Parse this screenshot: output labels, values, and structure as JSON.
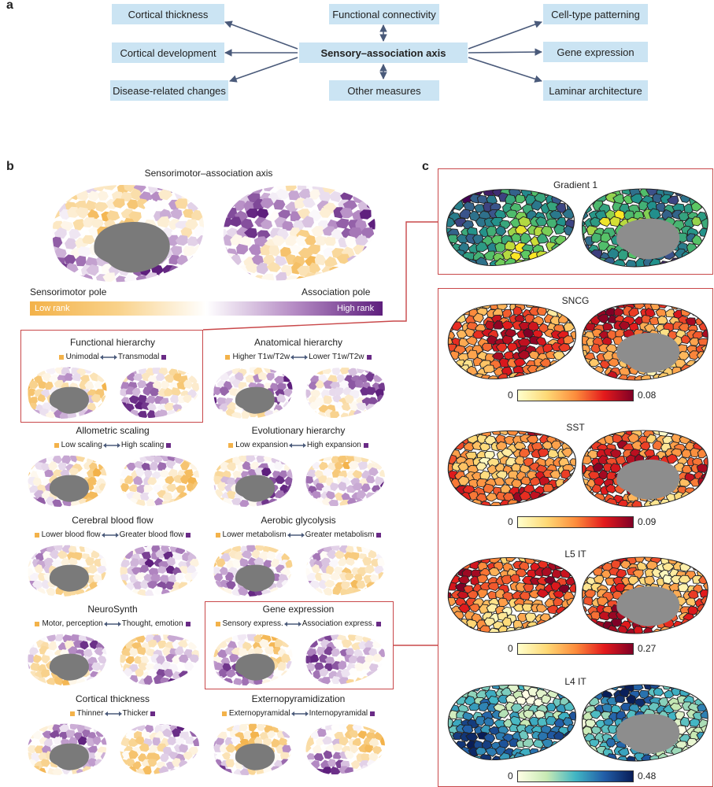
{
  "panel_a": {
    "letter": "a",
    "center": "Sensory–association axis",
    "left": [
      "Cortical thickness",
      "Cortical development",
      "Disease-related changes"
    ],
    "top": "Functional connectivity",
    "bottom": "Other measures",
    "right": [
      "Cell-type patterning",
      "Gene expression",
      "Laminar architecture"
    ]
  },
  "panel_b": {
    "letter": "b",
    "main_title": "Sensorimotor–association axis",
    "pole_left": "Sensorimotor pole",
    "pole_right": "Association pole",
    "bar_low": "Low rank",
    "bar_high": "High rank",
    "maps": [
      {
        "title": "Functional hierarchy",
        "low": "Unimodal",
        "high": "Transmodal"
      },
      {
        "title": "Anatomical hierarchy",
        "low": "Higher T1w/T2w",
        "high": "Lower T1w/T2w"
      },
      {
        "title": "Allometric scaling",
        "low": "Low scaling",
        "high": "High scaling"
      },
      {
        "title": "Evolutionary hierarchy",
        "low": "Low expansion",
        "high": "High expansion"
      },
      {
        "title": "Cerebral blood flow",
        "low": "Lower blood flow",
        "high": "Greater blood flow"
      },
      {
        "title": "Aerobic glycolysis",
        "low": "Lower metabolism",
        "high": "Greater metabolism"
      },
      {
        "title": "NeuroSynth",
        "low": "Motor, perception",
        "high": "Thought, emotion"
      },
      {
        "title": "Gene expression",
        "low": "Sensory express.",
        "high": "Association express."
      },
      {
        "title": "Cortical thickness",
        "low": "Thinner",
        "high": "Thicker"
      },
      {
        "title": "Externopyramidization",
        "low": "Externopyramidal",
        "high": "Internopyramidal"
      }
    ]
  },
  "panel_c": {
    "letter": "c",
    "gradient_title": "Gradient 1",
    "maps": [
      {
        "title": "SNCG",
        "min": "0",
        "max": "0.08"
      },
      {
        "title": "SST",
        "min": "0",
        "max": "0.09"
      },
      {
        "title": "L5 IT",
        "min": "0",
        "max": "0.27"
      },
      {
        "title": "L4 IT",
        "min": "0",
        "max": "0.48"
      }
    ]
  },
  "colors": {
    "box_fill": "#cbe4f3",
    "arrow": "#4a5a7a",
    "frame": "#c9484a",
    "orange": "#f3b24a",
    "purple": "#6a2b86",
    "medial_wall": "#7a7a7a"
  }
}
